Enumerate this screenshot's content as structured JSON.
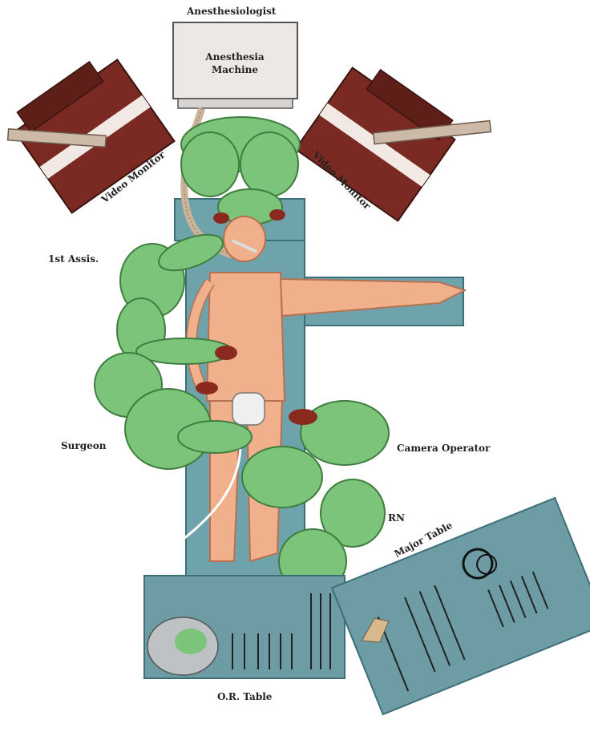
{
  "labels": {
    "anesthesiologist": "Anesthesiologist",
    "anesthesia_machine_line1": "Anesthesia",
    "anesthesia_machine_line2": "Machine",
    "video_monitor_left": "Video Monitor",
    "video_monitor_right": "Video Monitor",
    "first_assistant": "1st Assis.",
    "surgeon": "Surgeon",
    "camera_operator": "Camera Operator",
    "rn": "RN",
    "major_table": "Major Table",
    "or_table": "O.R. Table"
  },
  "colors": {
    "table": "#6fa3ac",
    "table_edge": "#3c6f78",
    "gown": "#7cc47a",
    "gown_dark": "#3f7d3e",
    "skin": "#f0b08c",
    "skin_dark": "#b8704e",
    "glove": "#8a2a1e",
    "monitor": "#7a2a22",
    "monitor_stripe": "#f3e9e4",
    "machine": "#ece8e6",
    "instrument_tray": "#6d9ca5"
  }
}
